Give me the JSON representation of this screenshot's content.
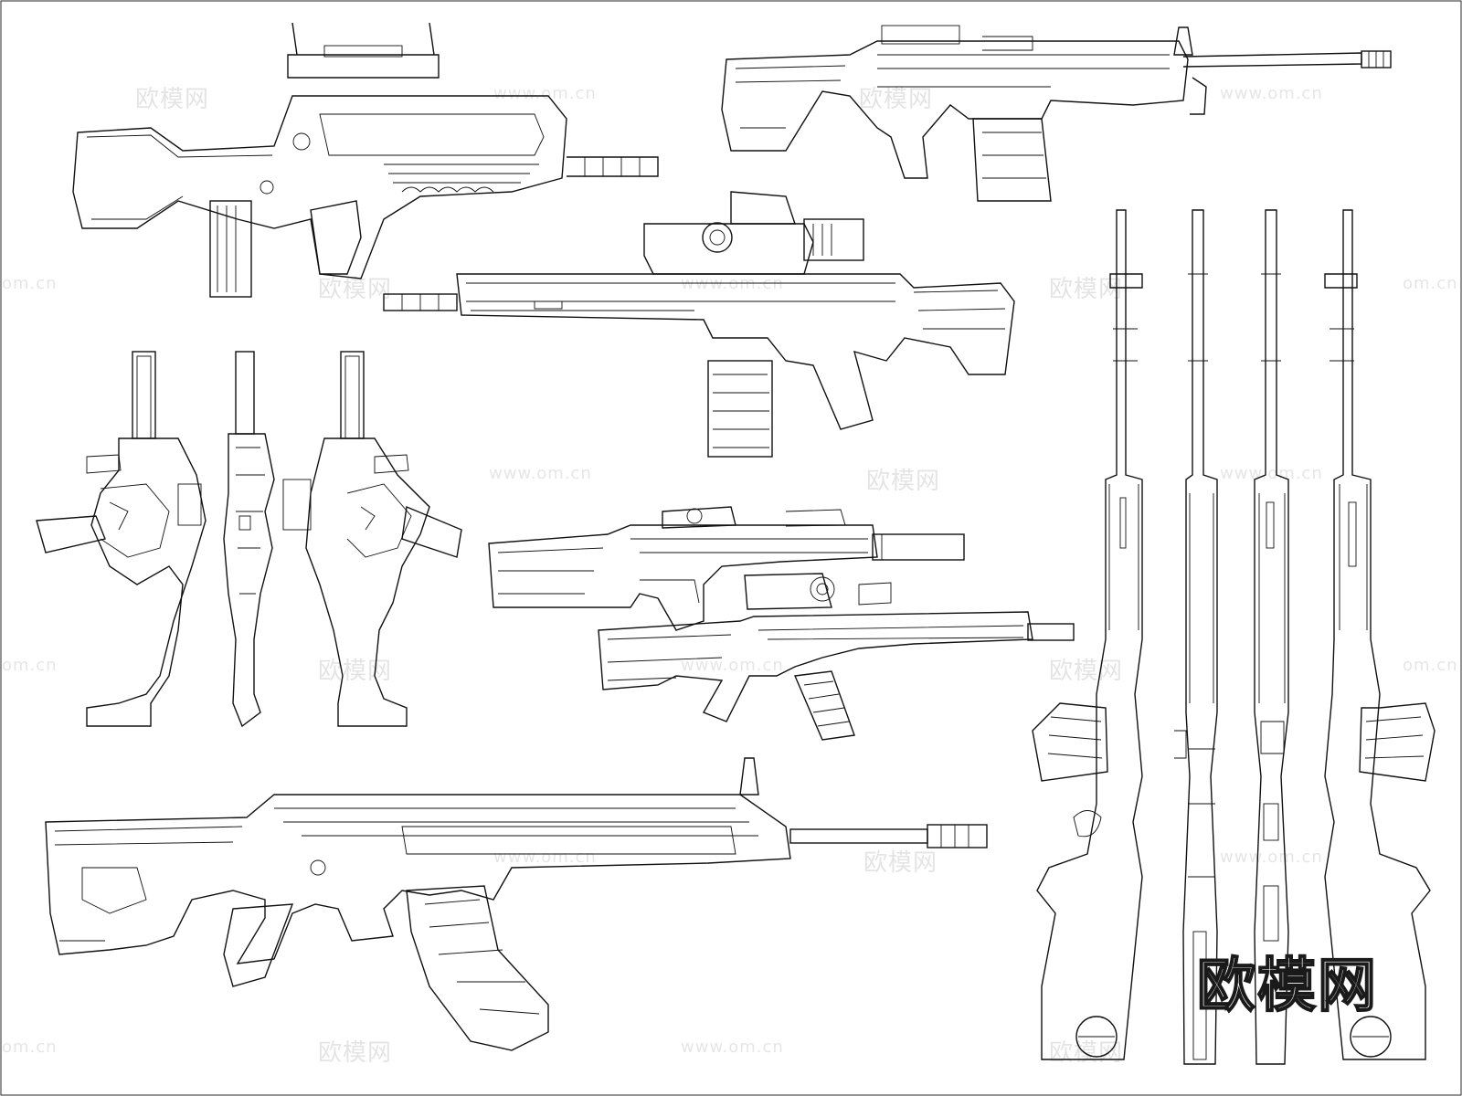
{
  "watermark": {
    "brand": "欧模网",
    "url": "www.om.cn",
    "url_fragment": "om.cn",
    "color": "#e4e4e4"
  },
  "logo": {
    "text": "欧模网",
    "stroke_color": "#1a1a1a"
  },
  "line_color": "#111111",
  "background_color": "#ffffff",
  "drawings": [
    {
      "id": "bullpup-rifle-side",
      "icon": "rifle-icon"
    },
    {
      "id": "machine-gun-side",
      "icon": "rifle-icon"
    },
    {
      "id": "scoped-carbine-side",
      "icon": "rifle-icon"
    },
    {
      "id": "smg-side-left",
      "icon": "smg-icon"
    },
    {
      "id": "smg-top",
      "icon": "smg-icon"
    },
    {
      "id": "smg-side-right",
      "icon": "smg-icon"
    },
    {
      "id": "suppressed-carbine-side",
      "icon": "rifle-icon"
    },
    {
      "id": "short-carbine-side",
      "icon": "rifle-icon"
    },
    {
      "id": "assault-rifle-side",
      "icon": "rifle-icon"
    },
    {
      "id": "sniper-rifle-vertical-1",
      "icon": "rifle-icon"
    },
    {
      "id": "sniper-rifle-vertical-2",
      "icon": "rifle-icon"
    },
    {
      "id": "sniper-rifle-vertical-3",
      "icon": "rifle-icon"
    },
    {
      "id": "sniper-rifle-vertical-4",
      "icon": "rifle-icon"
    }
  ]
}
